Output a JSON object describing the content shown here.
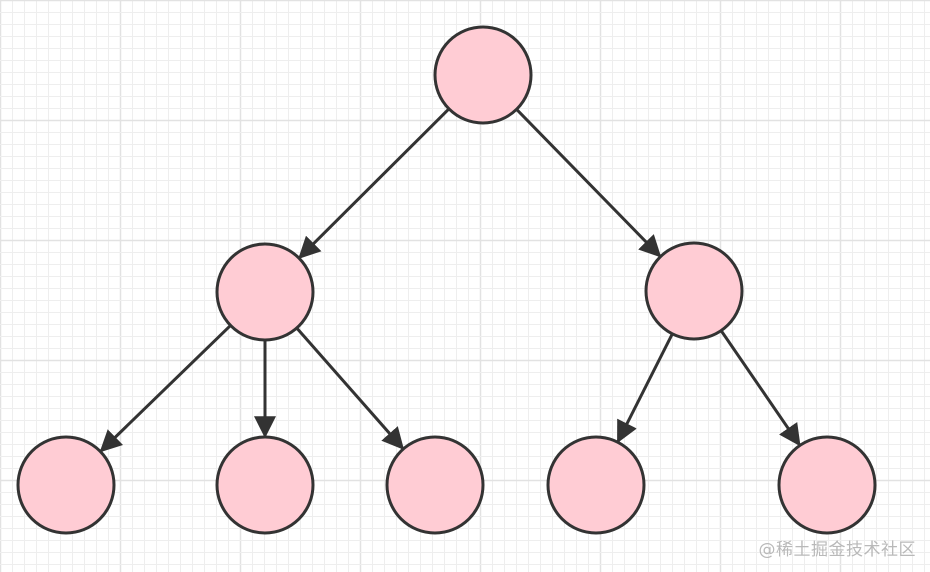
{
  "diagram": {
    "type": "tree",
    "nodes": [
      {
        "id": "root"
      },
      {
        "id": "left-child"
      },
      {
        "id": "right-child"
      },
      {
        "id": "left-child-1"
      },
      {
        "id": "left-child-2"
      },
      {
        "id": "left-child-3"
      },
      {
        "id": "right-child-1"
      },
      {
        "id": "right-child-2"
      }
    ],
    "edges": [
      {
        "from": "root",
        "to": "left-child"
      },
      {
        "from": "root",
        "to": "right-child"
      },
      {
        "from": "left-child",
        "to": "left-child-1"
      },
      {
        "from": "left-child",
        "to": "left-child-2"
      },
      {
        "from": "left-child",
        "to": "left-child-3"
      },
      {
        "from": "right-child",
        "to": "right-child-1"
      },
      {
        "from": "right-child",
        "to": "right-child-2"
      }
    ],
    "colors": {
      "node_fill": "#ffccd4",
      "node_stroke": "#333333",
      "edge": "#333333",
      "grid_minor": "#eeeeee",
      "grid_major": "#e2e2e2",
      "background": "#ffffff"
    }
  },
  "watermark": "@稀土掘金技术社区"
}
